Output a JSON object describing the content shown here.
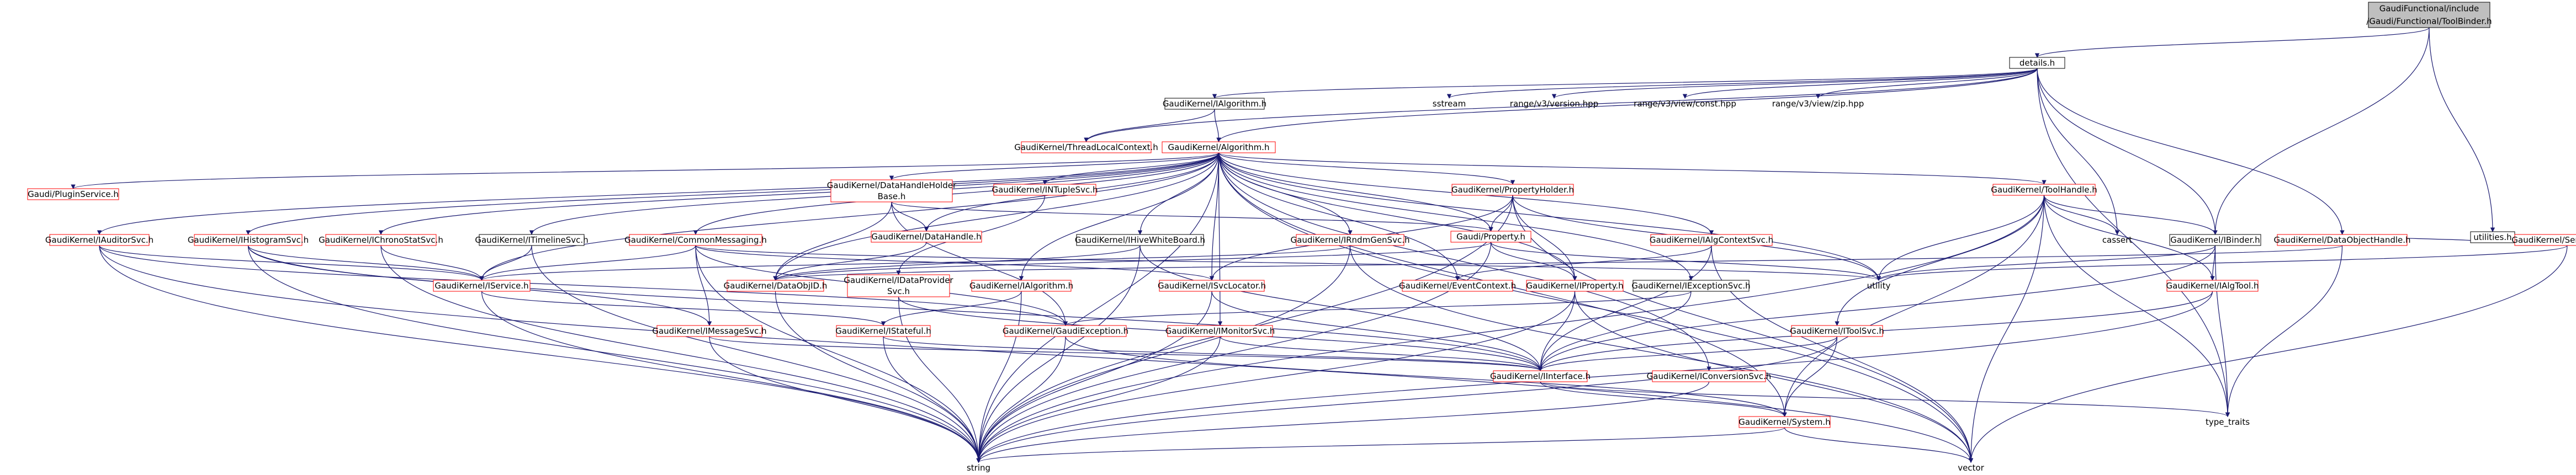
{
  "diagram": {
    "colors": {
      "edge": "#191970",
      "box_border_missing": "#ff0000",
      "box_border_normal": "#000000",
      "root_fill": "#bfbfbf",
      "root_border": "#000000",
      "plain_text": "#000000"
    },
    "nodes": [
      {
        "id": "root",
        "lines": [
          "GaudiFunctional/include",
          "/Gaudi/Functional/ToolBinder.h"
        ],
        "style": "root"
      },
      {
        "id": "details",
        "lines": [
          "details.h"
        ],
        "style": "normal"
      },
      {
        "id": "utilities",
        "lines": [
          "utilities.h"
        ],
        "style": "normal"
      },
      {
        "id": "ialgorithm_h",
        "lines": [
          "GaudiKernel/IAlgorithm.h"
        ],
        "style": "normal"
      },
      {
        "id": "sstream",
        "lines": [
          "sstream"
        ],
        "style": "plain"
      },
      {
        "id": "rv_version",
        "lines": [
          "range/v3/version.hpp"
        ],
        "style": "plain"
      },
      {
        "id": "rv_const",
        "lines": [
          "range/v3/view/const.hpp"
        ],
        "style": "plain"
      },
      {
        "id": "rv_zip",
        "lines": [
          "range/v3/view/zip.hpp"
        ],
        "style": "plain"
      },
      {
        "id": "thread_local",
        "lines": [
          "GaudiKernel/ThreadLocalContext.h"
        ],
        "style": "missing"
      },
      {
        "id": "galgorithm",
        "lines": [
          "GaudiKernel/Algorithm.h"
        ],
        "style": "missing"
      },
      {
        "id": "plugin",
        "lines": [
          "Gaudi/PluginService.h"
        ],
        "style": "missing"
      },
      {
        "id": "auditor",
        "lines": [
          "GaudiKernel/IAuditorSvc.h"
        ],
        "style": "missing"
      },
      {
        "id": "histo",
        "lines": [
          "GaudiKernel/IHistogramSvc.h"
        ],
        "style": "missing"
      },
      {
        "id": "chrono",
        "lines": [
          "GaudiKernel/IChronoStatSvc.h"
        ],
        "style": "missing"
      },
      {
        "id": "timeline",
        "lines": [
          "GaudiKernel/ITimelineSvc.h"
        ],
        "style": "normal"
      },
      {
        "id": "common_msg",
        "lines": [
          "GaudiKernel/CommonMessaging.h"
        ],
        "style": "missing"
      },
      {
        "id": "datahandle_holder",
        "lines": [
          "GaudiKernel/DataHandleHolder",
          "Base.h"
        ],
        "style": "missing"
      },
      {
        "id": "datahandle",
        "lines": [
          "GaudiKernel/DataHandle.h"
        ],
        "style": "missing"
      },
      {
        "id": "intuple",
        "lines": [
          "GaudiKernel/INTupleSvc.h"
        ],
        "style": "missing"
      },
      {
        "id": "hiveboard",
        "lines": [
          "GaudiKernel/IHiveWhiteBoard.h"
        ],
        "style": "normal"
      },
      {
        "id": "rndm",
        "lines": [
          "GaudiKernel/IRndmGenSvc.h"
        ],
        "style": "missing"
      },
      {
        "id": "propholder",
        "lines": [
          "GaudiKernel/PropertyHolder.h"
        ],
        "style": "missing"
      },
      {
        "id": "property",
        "lines": [
          "Gaudi/Property.h"
        ],
        "style": "missing"
      },
      {
        "id": "algctx",
        "lines": [
          "GaudiKernel/IAlgContextSvc.h"
        ],
        "style": "missing"
      },
      {
        "id": "toolhandle",
        "lines": [
          "GaudiKernel/ToolHandle.h"
        ],
        "style": "missing"
      },
      {
        "id": "cassert",
        "lines": [
          "cassert"
        ],
        "style": "plain"
      },
      {
        "id": "ibinder",
        "lines": [
          "GaudiKernel/IBinder.h"
        ],
        "style": "normal"
      },
      {
        "id": "dataobjhandle",
        "lines": [
          "GaudiKernel/DataObjectHandle.h"
        ],
        "style": "missing"
      },
      {
        "id": "serialize",
        "lines": [
          "GaudiKernel/SerializeSTL.h"
        ],
        "style": "missing"
      },
      {
        "id": "iservice",
        "lines": [
          "GaudiKernel/IService.h"
        ],
        "style": "missing"
      },
      {
        "id": "dataobjid",
        "lines": [
          "GaudiKernel/DataObjID.h"
        ],
        "style": "missing"
      },
      {
        "id": "dataprovider",
        "lines": [
          "GaudiKernel/IDataProvider",
          "Svc.h"
        ],
        "style": "missing"
      },
      {
        "id": "ialgorithm_k",
        "lines": [
          "GaudiKernel/IAlgorithm.h"
        ],
        "style": "missing"
      },
      {
        "id": "svclocator",
        "lines": [
          "GaudiKernel/ISvcLocator.h"
        ],
        "style": "missing"
      },
      {
        "id": "eventctx",
        "lines": [
          "GaudiKernel/EventContext.h"
        ],
        "style": "missing"
      },
      {
        "id": "iproperty",
        "lines": [
          "GaudiKernel/IProperty.h"
        ],
        "style": "missing"
      },
      {
        "id": "iexception",
        "lines": [
          "GaudiKernel/IExceptionSvc.h"
        ],
        "style": "normal"
      },
      {
        "id": "utility",
        "lines": [
          "utility"
        ],
        "style": "plain"
      },
      {
        "id": "ialgtool",
        "lines": [
          "GaudiKernel/IAlgTool.h"
        ],
        "style": "missing"
      },
      {
        "id": "imessage",
        "lines": [
          "GaudiKernel/IMessageSvc.h"
        ],
        "style": "missing"
      },
      {
        "id": "istateful",
        "lines": [
          "GaudiKernel/IStateful.h"
        ],
        "style": "missing"
      },
      {
        "id": "gaudiexc",
        "lines": [
          "GaudiKernel/GaudiException.h"
        ],
        "style": "missing"
      },
      {
        "id": "imonitor",
        "lines": [
          "GaudiKernel/IMonitorSvc.h"
        ],
        "style": "missing"
      },
      {
        "id": "itoolsvc",
        "lines": [
          "GaudiKernel/IToolSvc.h"
        ],
        "style": "missing"
      },
      {
        "id": "iinterface",
        "lines": [
          "GaudiKernel/IInterface.h"
        ],
        "style": "missing"
      },
      {
        "id": "iconversion",
        "lines": [
          "GaudiKernel/IConversionSvc.h"
        ],
        "style": "missing"
      },
      {
        "id": "type_traits",
        "lines": [
          "type_traits"
        ],
        "style": "plain"
      },
      {
        "id": "system",
        "lines": [
          "GaudiKernel/System.h"
        ],
        "style": "missing"
      },
      {
        "id": "string",
        "lines": [
          "string"
        ],
        "style": "plain"
      },
      {
        "id": "vector",
        "lines": [
          "vector"
        ],
        "style": "plain"
      }
    ],
    "edges": [
      [
        "root",
        "details"
      ],
      [
        "root",
        "utilities"
      ],
      [
        "root",
        "ibinder"
      ],
      [
        "details",
        "ialgorithm_h"
      ],
      [
        "details",
        "sstream"
      ],
      [
        "details",
        "rv_version"
      ],
      [
        "details",
        "rv_const"
      ],
      [
        "details",
        "rv_zip"
      ],
      [
        "details",
        "thread_local"
      ],
      [
        "details",
        "galgorithm"
      ],
      [
        "details",
        "cassert"
      ],
      [
        "details",
        "ibinder"
      ],
      [
        "details",
        "dataobjhandle"
      ],
      [
        "details",
        "type_traits"
      ],
      [
        "ialgorithm_h",
        "thread_local"
      ],
      [
        "ialgorithm_h",
        "galgorithm"
      ],
      [
        "utilities",
        "dataobjhandle"
      ],
      [
        "utilities",
        "serialize"
      ],
      [
        "galgorithm",
        "plugin"
      ],
      [
        "galgorithm",
        "auditor"
      ],
      [
        "galgorithm",
        "histo"
      ],
      [
        "galgorithm",
        "chrono"
      ],
      [
        "galgorithm",
        "timeline"
      ],
      [
        "galgorithm",
        "common_msg"
      ],
      [
        "galgorithm",
        "datahandle_holder"
      ],
      [
        "galgorithm",
        "datahandle"
      ],
      [
        "galgorithm",
        "intuple"
      ],
      [
        "galgorithm",
        "hiveboard"
      ],
      [
        "galgorithm",
        "rndm"
      ],
      [
        "galgorithm",
        "propholder"
      ],
      [
        "galgorithm",
        "property"
      ],
      [
        "galgorithm",
        "algctx"
      ],
      [
        "galgorithm",
        "toolhandle"
      ],
      [
        "galgorithm",
        "iservice"
      ],
      [
        "galgorithm",
        "dataobjid"
      ],
      [
        "galgorithm",
        "svclocator"
      ],
      [
        "galgorithm",
        "eventctx"
      ],
      [
        "galgorithm",
        "iproperty"
      ],
      [
        "galgorithm",
        "iexception"
      ],
      [
        "galgorithm",
        "ialgorithm_k"
      ],
      [
        "galgorithm",
        "imonitor"
      ],
      [
        "galgorithm",
        "string"
      ],
      [
        "galgorithm",
        "vector"
      ],
      [
        "galgorithm",
        "utility"
      ],
      [
        "galgorithm",
        "system"
      ],
      [
        "galgorithm",
        "iconversion"
      ],
      [
        "auditor",
        "iservice"
      ],
      [
        "auditor",
        "gaudiexc"
      ],
      [
        "auditor",
        "string"
      ],
      [
        "auditor",
        "vector"
      ],
      [
        "histo",
        "iservice"
      ],
      [
        "histo",
        "imessage"
      ],
      [
        "histo",
        "string"
      ],
      [
        "histo",
        "iinterface"
      ],
      [
        "chrono",
        "iservice"
      ],
      [
        "chrono",
        "string"
      ],
      [
        "timeline",
        "iservice"
      ],
      [
        "timeline",
        "string"
      ],
      [
        "common_msg",
        "iservice"
      ],
      [
        "common_msg",
        "imessage"
      ],
      [
        "common_msg",
        "svclocator"
      ],
      [
        "common_msg",
        "gaudiexc"
      ],
      [
        "common_msg",
        "string"
      ],
      [
        "common_msg",
        "utility"
      ],
      [
        "datahandle_holder",
        "dataobjid"
      ],
      [
        "datahandle_holder",
        "datahandle"
      ],
      [
        "datahandle_holder",
        "property"
      ],
      [
        "datahandle_holder",
        "gaudiexc"
      ],
      [
        "datahandle",
        "dataobjid"
      ],
      [
        "intuple",
        "dataprovider"
      ],
      [
        "hiveboard",
        "iinterface"
      ],
      [
        "hiveboard",
        "string"
      ],
      [
        "hiveboard",
        "dataobjid"
      ],
      [
        "rndm",
        "iservice"
      ],
      [
        "rndm",
        "string"
      ],
      [
        "rndm",
        "vector"
      ],
      [
        "propholder",
        "property"
      ],
      [
        "propholder",
        "iproperty"
      ],
      [
        "propholder",
        "svclocator"
      ],
      [
        "propholder",
        "string"
      ],
      [
        "propholder",
        "utility"
      ],
      [
        "propholder",
        "vector"
      ],
      [
        "property",
        "iproperty"
      ],
      [
        "property",
        "utility"
      ],
      [
        "property",
        "string"
      ],
      [
        "property",
        "dataobjid"
      ],
      [
        "algctx",
        "iinterface"
      ],
      [
        "algctx",
        "vector"
      ],
      [
        "algctx",
        "eventctx"
      ],
      [
        "toolhandle",
        "ialgtool"
      ],
      [
        "toolhandle",
        "itoolsvc"
      ],
      [
        "toolhandle",
        "ibinder"
      ],
      [
        "toolhandle",
        "utility"
      ],
      [
        "toolhandle",
        "cassert"
      ],
      [
        "toolhandle",
        "type_traits"
      ],
      [
        "toolhandle",
        "string"
      ],
      [
        "toolhandle",
        "vector"
      ],
      [
        "toolhandle",
        "system"
      ],
      [
        "ibinder",
        "ialgtool"
      ],
      [
        "ibinder",
        "type_traits"
      ],
      [
        "ibinder",
        "utility"
      ],
      [
        "ibinder",
        "iinterface"
      ],
      [
        "dataobjhandle",
        "dataobjid"
      ],
      [
        "dataobjhandle",
        "type_traits"
      ],
      [
        "serialize",
        "vector"
      ],
      [
        "serialize",
        "utility"
      ],
      [
        "iservice",
        "istateful"
      ],
      [
        "iservice",
        "string"
      ],
      [
        "dataobjid",
        "string"
      ],
      [
        "dataprovider",
        "iinterface"
      ],
      [
        "dataprovider",
        "string"
      ],
      [
        "ialgorithm_k",
        "istateful"
      ],
      [
        "ialgorithm_k",
        "string"
      ],
      [
        "svclocator",
        "iinterface"
      ],
      [
        "svclocator",
        "string"
      ],
      [
        "iproperty",
        "iinterface"
      ],
      [
        "iproperty",
        "string"
      ],
      [
        "iproperty",
        "vector"
      ],
      [
        "iexception",
        "iinterface"
      ],
      [
        "iexception",
        "gaudiexc"
      ],
      [
        "ialgtool",
        "iinterface"
      ],
      [
        "ialgtool",
        "string"
      ],
      [
        "imessage",
        "iinterface"
      ],
      [
        "imessage",
        "string"
      ],
      [
        "istateful",
        "iinterface"
      ],
      [
        "istateful",
        "string"
      ],
      [
        "gaudiexc",
        "system"
      ],
      [
        "gaudiexc",
        "string"
      ],
      [
        "imonitor",
        "iinterface"
      ],
      [
        "imonitor",
        "string"
      ],
      [
        "itoolsvc",
        "iinterface"
      ],
      [
        "itoolsvc",
        "system"
      ],
      [
        "itoolsvc",
        "string"
      ],
      [
        "iinterface",
        "system"
      ],
      [
        "iinterface",
        "type_traits"
      ],
      [
        "iconversion",
        "string"
      ],
      [
        "system",
        "string"
      ],
      [
        "system",
        "vector"
      ]
    ]
  }
}
